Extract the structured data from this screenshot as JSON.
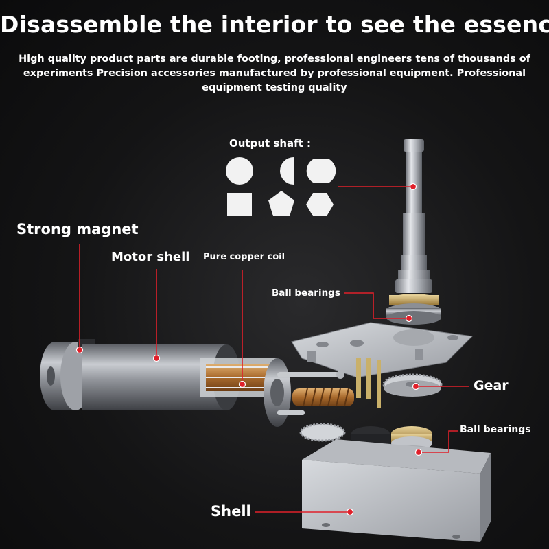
{
  "title": "Disassemble the interior to see the essence",
  "description": "High quality product parts are durable footing, professional engineers tens of thousands of experiments Precision accessories manufactured by professional equipment. Professional equipment testing quality",
  "labels": {
    "output_shaft": "Output shaft :",
    "strong_magnet": "Strong magnet",
    "motor_shell": "Motor shell",
    "copper_coil": "Pure copper coil",
    "ball_bearings_top": "Ball bearings",
    "gear": "Gear",
    "ball_bearings_bottom": "Ball bearings",
    "shell": "Shell"
  },
  "shaft_shape_icons": [
    "circle-icon",
    "d-cut-circle-icon",
    "double-d-cut-icon",
    "square-icon",
    "pentagon-icon",
    "hexagon-icon"
  ],
  "colors": {
    "pointer": "#e0202a",
    "metal": "#b8bcc2",
    "copper": "#b07a3c"
  }
}
